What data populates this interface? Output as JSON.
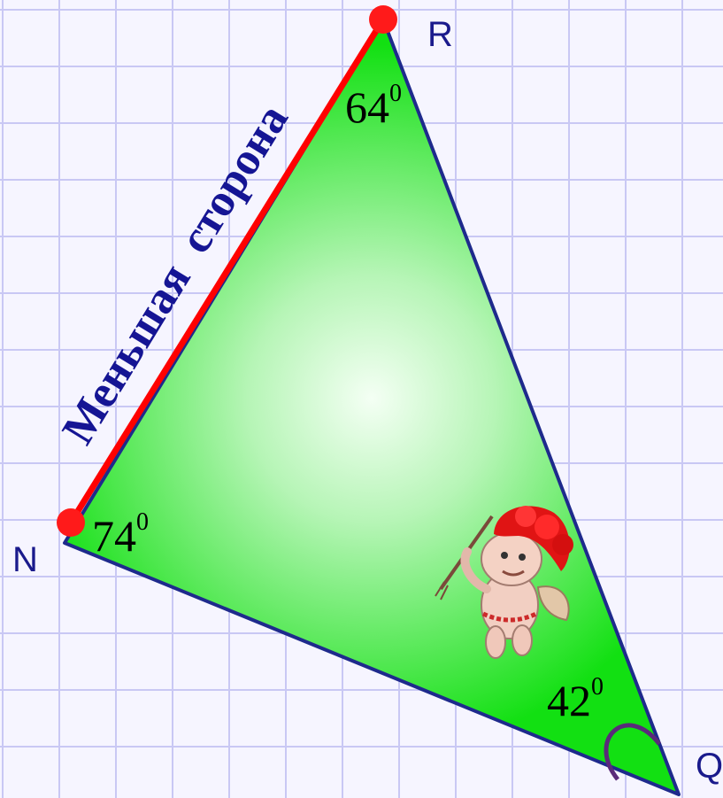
{
  "diagram": {
    "vertices": {
      "R": "R",
      "N": "N",
      "Q": "Q"
    },
    "angles": {
      "R": {
        "value": "64",
        "degree": "0"
      },
      "N": {
        "value": "74",
        "degree": "0"
      },
      "Q": {
        "value": "42",
        "degree": "0"
      }
    },
    "side_label": "Меньшая  сторона",
    "colors": {
      "grid_line": "#c9c8f4",
      "background": "#f6f5ff",
      "triangle_fill_center": "#f2fff2",
      "triangle_fill_edge": "#19e619",
      "triangle_stroke": "#1e2a8c",
      "highlight_side": "#ff0000",
      "text": "#151594"
    }
  }
}
